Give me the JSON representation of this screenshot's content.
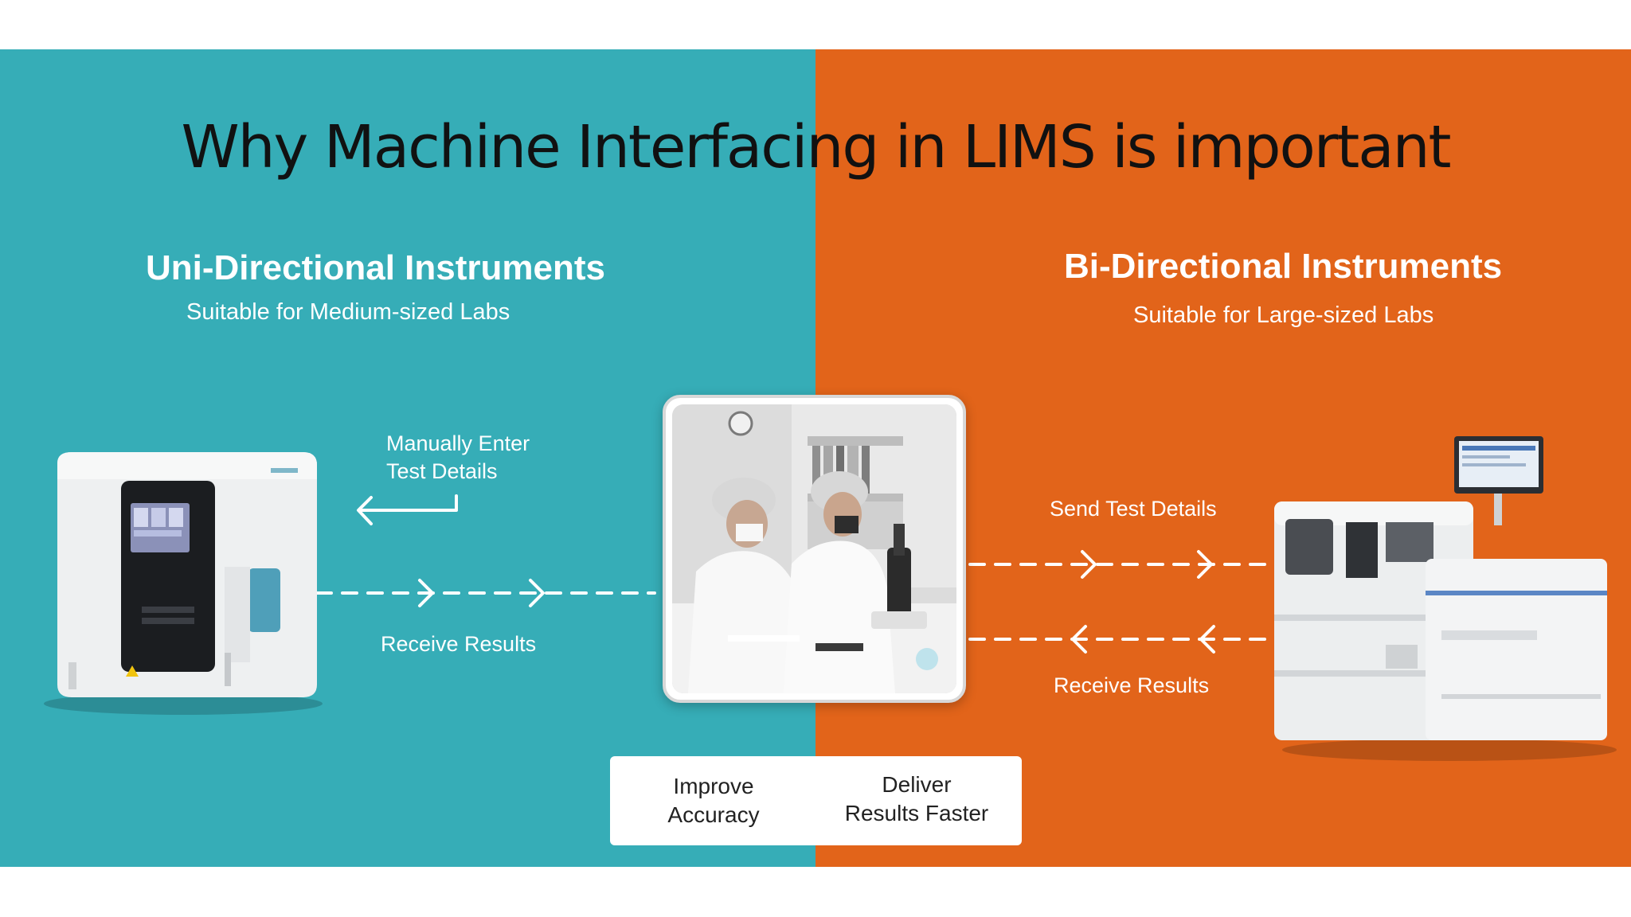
{
  "title": "Why Machine Interfacing in LIMS is important",
  "left": {
    "heading": "Uni-Directional Instruments",
    "subheading": "Suitable for Medium-sized Labs",
    "manual_label_line1": "Manually Enter",
    "manual_label_line2": "Test Details",
    "receive_label": "Receive Results"
  },
  "right": {
    "heading": "Bi-Directional Instruments",
    "subheading": "Suitable for Large-sized Labs",
    "send_label": "Send Test Details",
    "receive_label": "Receive Results"
  },
  "benefits": {
    "first": "Improve\nAccuracy",
    "second": "Deliver\nResults Faster"
  },
  "colors": {
    "left_panel": "#36adb7",
    "right_panel": "#e2641a",
    "title": "#111111",
    "text": "#ffffff"
  }
}
